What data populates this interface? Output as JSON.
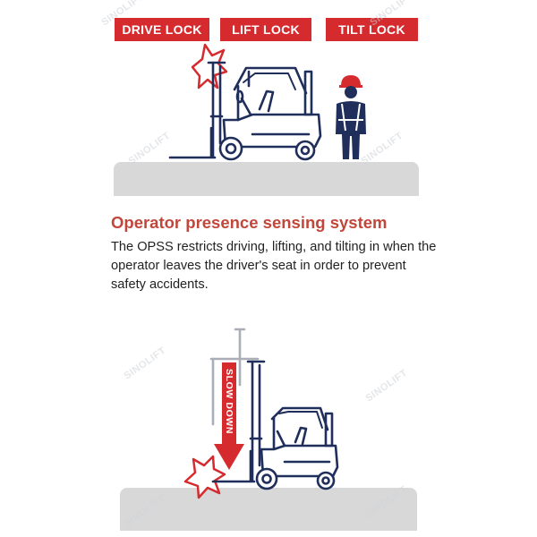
{
  "badges": {
    "drive": "DRIVE LOCK",
    "lift": "LIFT LOCK",
    "tilt": "TILT LOCK"
  },
  "title": "Operator presence sensing system",
  "body_lines": [
    "The OPSS restricts driving, lifting, and tilting in when the",
    "operator leaves the driver's seat in order to prevent",
    "safety accidents."
  ],
  "slow_down": "SLOW DOWN",
  "watermark": "SINOLIFT",
  "colors": {
    "accent_red": "#d52b2f",
    "title_red": "#c2473b",
    "navy": "#1f2e5a",
    "ground": "#d8d8d8"
  },
  "icons": [
    "impact-burst-icon",
    "forklift-icon",
    "worker-icon",
    "slow-down-arrow-icon"
  ]
}
